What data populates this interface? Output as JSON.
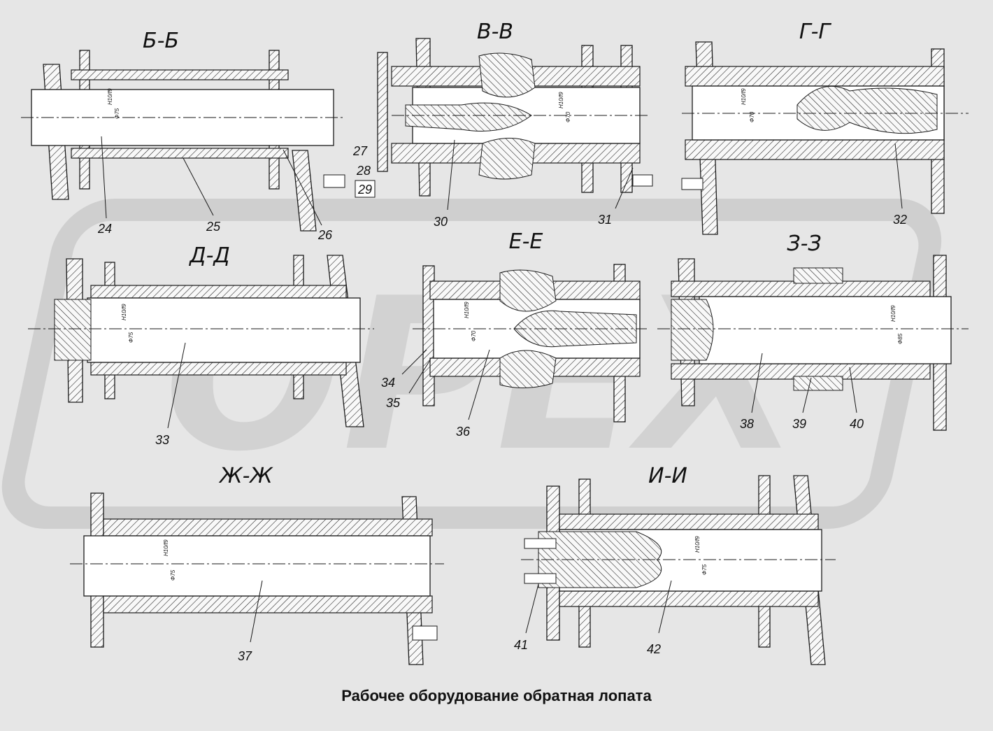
{
  "caption": "Рабочее оборудование обратная лопата",
  "watermark": "OPEX",
  "colors": {
    "background": "#e6e6e6",
    "watermark": "#cfcfcf",
    "line": "#1a1a1a",
    "part_fill": "#f8f8f8",
    "pin_fill": "#ffffff"
  },
  "sections": [
    {
      "title": "Б-Б",
      "callouts": [
        "24",
        "25",
        "26",
        "27",
        "28",
        "29"
      ],
      "dims": [
        "Ф75",
        "H10/f9"
      ]
    },
    {
      "title": "В-В",
      "callouts": [
        "30",
        "31"
      ],
      "dims": [
        "Ф70",
        "H10/f9"
      ]
    },
    {
      "title": "Г-Г",
      "callouts": [
        "32"
      ],
      "dims": [
        "Ф70",
        "H10/f9"
      ]
    },
    {
      "title": "Д-Д",
      "callouts": [
        "33"
      ],
      "dims": [
        "Ф75",
        "H10/f9"
      ]
    },
    {
      "title": "Е-Е",
      "callouts": [
        "34",
        "35",
        "36"
      ],
      "dims": [
        "Ф70",
        "H10/f9"
      ]
    },
    {
      "title": "З-З",
      "callouts": [
        "38",
        "39",
        "40"
      ],
      "dims": [
        "Ф85",
        "H10/f9"
      ]
    },
    {
      "title": "Ж-Ж",
      "callouts": [
        "37"
      ],
      "dims": [
        "Ф75",
        "H10/f9"
      ]
    },
    {
      "title": "И-И",
      "callouts": [
        "41",
        "42"
      ],
      "dims": [
        "Ф75",
        "H10/f9"
      ]
    }
  ]
}
